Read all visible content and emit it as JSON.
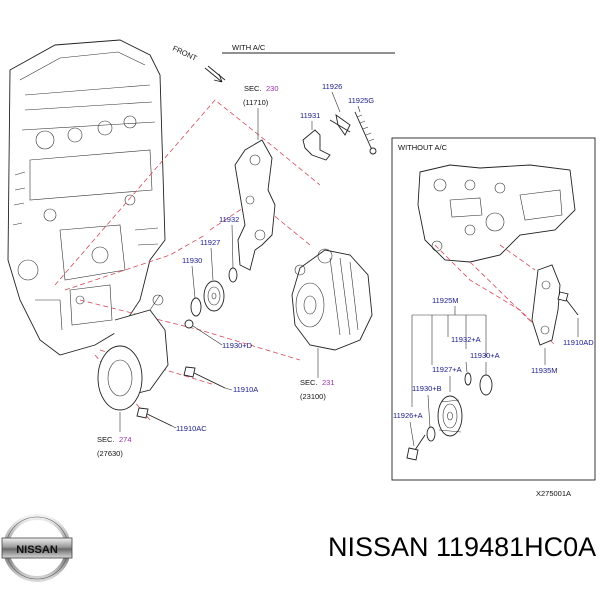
{
  "diagram": {
    "front_label": "FRONT",
    "with_ac_label": "WITH  A/C",
    "without_ac_label": "WITHOUT  A/C",
    "figure_code": "X275001A",
    "callouts": {
      "sec230": "230",
      "sec230_ref": "(11710)",
      "sec231": "231",
      "sec231_ref": "(23100)",
      "sec274": "274",
      "sec274_ref": "(27630)",
      "sec_prefix": "SEC.",
      "p11926": "11926",
      "p11925G": "11925G",
      "p11931": "11931",
      "p11932": "11932",
      "p11927": "11927",
      "p11930": "11930",
      "p11930D": "11930+D",
      "p11910A": "11910A",
      "p11910AC": "11910AC",
      "p11925M": "11925M",
      "p11932A": "11932+A",
      "p11927A": "11927+A",
      "p11930A": "11930+A",
      "p11930B": "11930+B",
      "p11926A": "11926+A",
      "p11935M": "11935M",
      "p11910AD": "11910AD"
    }
  },
  "logo": {
    "brand": "NISSAN"
  },
  "caption": {
    "text": "NISSAN 119481HC0A"
  }
}
